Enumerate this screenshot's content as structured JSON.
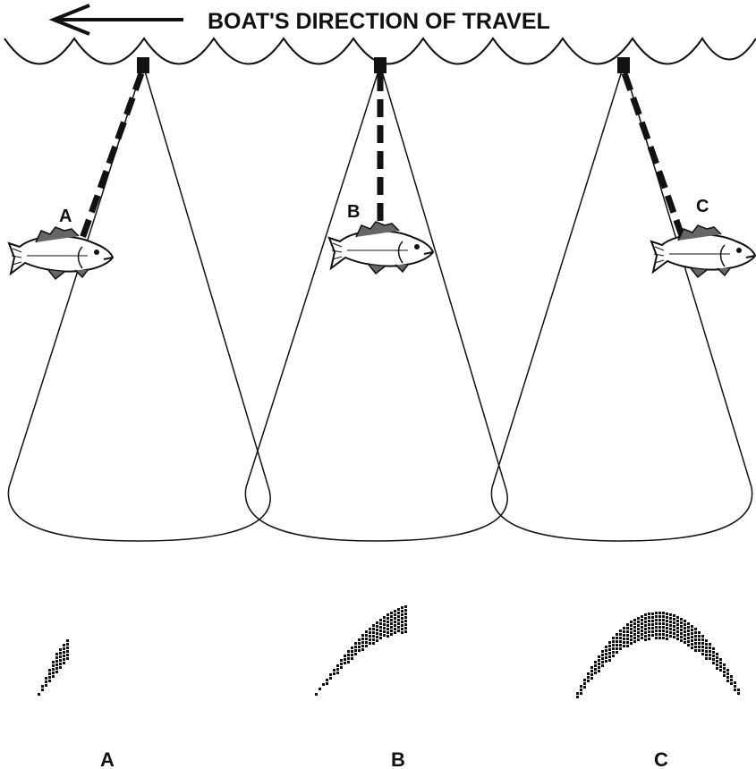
{
  "title": "BOAT'S DIRECTION OF TRAVEL",
  "direction_arrow": "arrow-left-icon",
  "colors": {
    "ink": "#111111",
    "background": "#ffffff"
  },
  "positions": [
    {
      "id": "A",
      "beam_label": "A",
      "return_label": "A"
    },
    {
      "id": "B",
      "beam_label": "B",
      "return_label": "B"
    },
    {
      "id": "C",
      "beam_label": "C",
      "return_label": "C"
    }
  ]
}
